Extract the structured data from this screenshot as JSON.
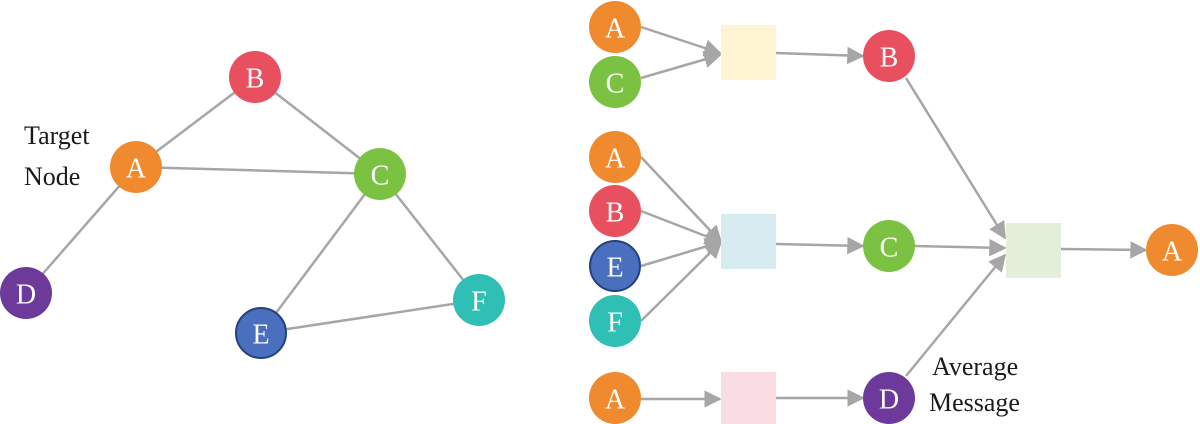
{
  "colors": {
    "orange": "#f08a2e",
    "red": "#e8505f",
    "green": "#7cc242",
    "blue": "#4a6fbf",
    "blue_stroke": "#23407f",
    "teal": "#2fbfb4",
    "purple": "#6d3a9c",
    "edge": "#a6a6a6",
    "box_yellow": "#fff4d1",
    "box_blue": "#d6ecf0",
    "box_green": "#e3f0d9",
    "box_pink": "#fadde3"
  },
  "graph": {
    "nodes": [
      {
        "id": "A",
        "label": "A",
        "color": "orange"
      },
      {
        "id": "B",
        "label": "B",
        "color": "red"
      },
      {
        "id": "C",
        "label": "C",
        "color": "green"
      },
      {
        "id": "D",
        "label": "D",
        "color": "purple"
      },
      {
        "id": "E",
        "label": "E",
        "color": "blue"
      },
      {
        "id": "F",
        "label": "F",
        "color": "teal"
      }
    ],
    "edges": [
      [
        "A",
        "B"
      ],
      [
        "A",
        "C"
      ],
      [
        "B",
        "C"
      ],
      [
        "A",
        "D"
      ],
      [
        "C",
        "E"
      ],
      [
        "C",
        "F"
      ],
      [
        "E",
        "F"
      ]
    ],
    "target_caption": [
      "Target",
      "Node"
    ]
  },
  "aggregation": {
    "input_nodes": [
      {
        "id": "in-a1",
        "label": "A",
        "color": "orange"
      },
      {
        "id": "in-c1",
        "label": "C",
        "color": "green"
      },
      {
        "id": "in-a2",
        "label": "A",
        "color": "orange"
      },
      {
        "id": "in-b2",
        "label": "B",
        "color": "red"
      },
      {
        "id": "in-e2",
        "label": "E",
        "color": "blue"
      },
      {
        "id": "in-f2",
        "label": "F",
        "color": "teal"
      },
      {
        "id": "in-a3",
        "label": "A",
        "color": "orange"
      }
    ],
    "boxes": [
      {
        "id": "box-b",
        "color": "box_yellow"
      },
      {
        "id": "box-c",
        "color": "box_blue"
      },
      {
        "id": "box-d",
        "color": "box_pink"
      },
      {
        "id": "box-a",
        "color": "box_green"
      }
    ],
    "mid_nodes": [
      {
        "id": "mid-b",
        "label": "B",
        "color": "red"
      },
      {
        "id": "mid-c",
        "label": "C",
        "color": "green"
      },
      {
        "id": "mid-d",
        "label": "D",
        "color": "purple"
      }
    ],
    "output_node": {
      "id": "out-a",
      "label": "A",
      "color": "orange"
    },
    "message_caption": [
      "Average",
      "Message"
    ]
  }
}
